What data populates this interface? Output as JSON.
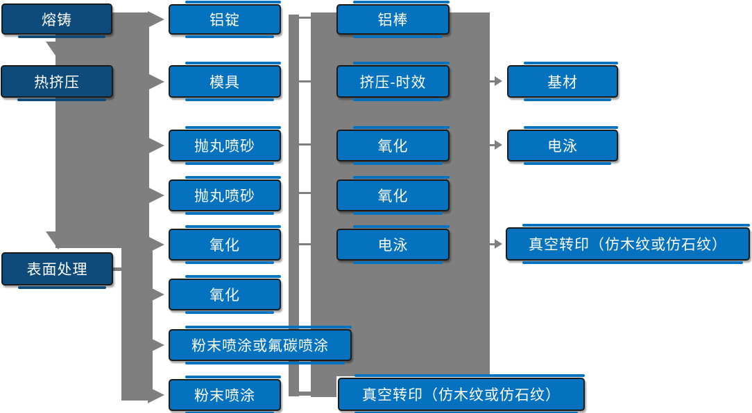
{
  "colors": {
    "blue": "#0472be",
    "navy": "#0e4b7a",
    "gray": "#7f7f7f",
    "border": "#1a1a1a",
    "text": "#ffffff",
    "bg": "#ffffff"
  },
  "diagram_type": "process-flowchart",
  "nodes": [
    {
      "id": "n0",
      "label": "熔铸"
    },
    {
      "id": "n1",
      "label": "热挤压"
    },
    {
      "id": "n2",
      "label": "表面处理"
    },
    {
      "id": "n3",
      "label": "铝锭"
    },
    {
      "id": "n4",
      "label": "模具"
    },
    {
      "id": "n5",
      "label": "抛丸喷砂"
    },
    {
      "id": "n6",
      "label": "抛丸喷砂"
    },
    {
      "id": "n7",
      "label": "氧化"
    },
    {
      "id": "n8",
      "label": "氧化"
    },
    {
      "id": "n9",
      "label": "粉末喷涂或氟碳喷涂"
    },
    {
      "id": "n10",
      "label": "粉末喷涂"
    },
    {
      "id": "n11",
      "label": "铝棒"
    },
    {
      "id": "n12",
      "label": "挤压-时效"
    },
    {
      "id": "n13",
      "label": "氧化"
    },
    {
      "id": "n14",
      "label": "氧化"
    },
    {
      "id": "n15",
      "label": "电泳"
    },
    {
      "id": "n16",
      "label": "真空转印（仿木纹或仿石纹）"
    },
    {
      "id": "n17",
      "label": "基材"
    },
    {
      "id": "n18",
      "label": "电泳"
    },
    {
      "id": "n19",
      "label": "真空转印（仿木纹或仿石纹）"
    }
  ],
  "edges": [
    [
      "n0",
      "n1"
    ],
    [
      "n0",
      "n3"
    ],
    [
      "n1",
      "n4"
    ],
    [
      "n1",
      "n5"
    ],
    [
      "n1",
      "n6"
    ],
    [
      "n1",
      "n7"
    ],
    [
      "n1",
      "n2"
    ],
    [
      "n2",
      "n8"
    ],
    [
      "n2",
      "n9"
    ],
    [
      "n2",
      "n10"
    ],
    [
      "n3",
      "n11"
    ],
    [
      "n4",
      "n12"
    ],
    [
      "n5",
      "n13"
    ],
    [
      "n6",
      "n14"
    ],
    [
      "n7",
      "n15"
    ],
    [
      "n10",
      "n16"
    ],
    [
      "n12",
      "n17"
    ],
    [
      "n13",
      "n18"
    ],
    [
      "n15",
      "n19"
    ]
  ]
}
